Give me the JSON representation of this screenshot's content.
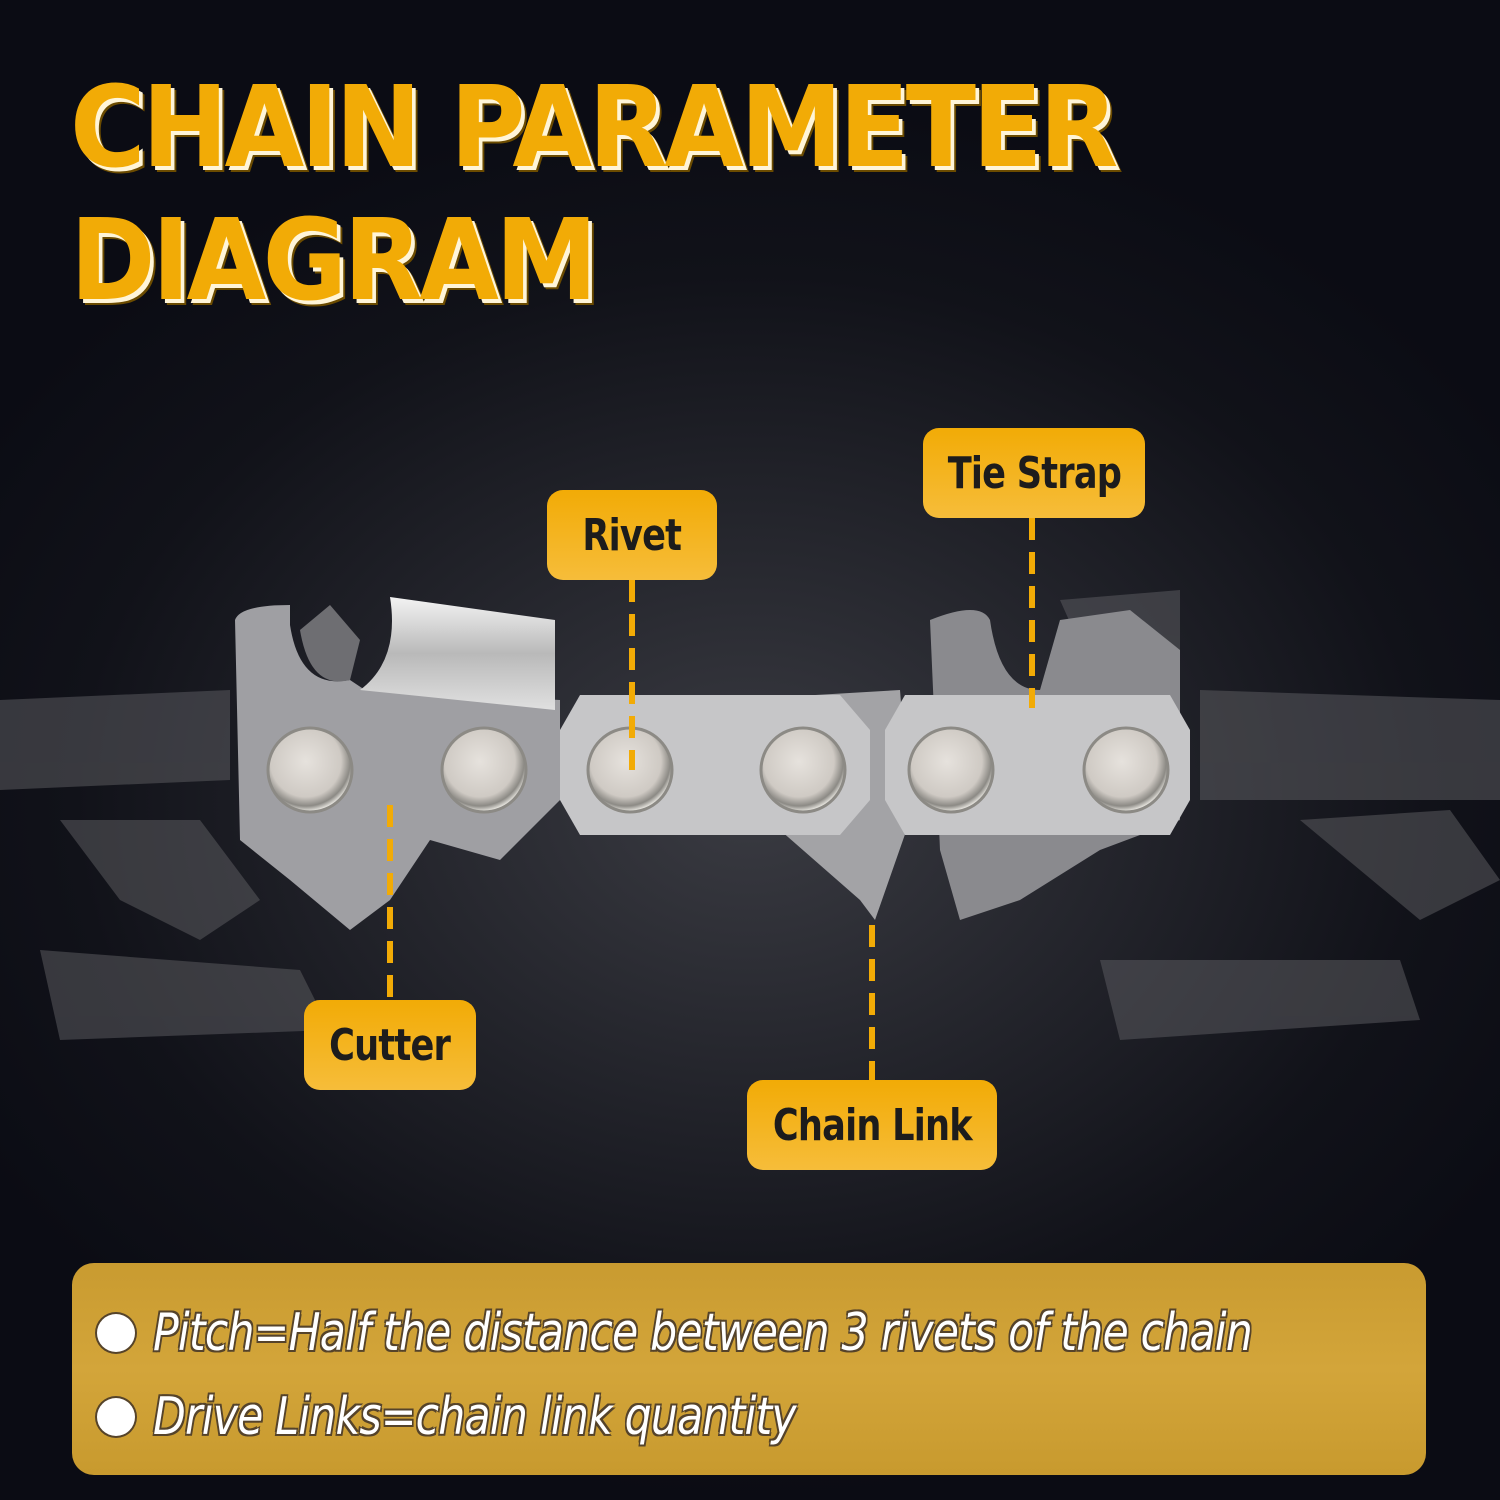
{
  "title": {
    "line1": "CHAIN PARAMETER",
    "line2": "DIAGRAM"
  },
  "labels": {
    "rivet": "Rivet",
    "tie_strap": "Tie Strap",
    "cutter": "Cutter",
    "chain_link": "Chain Link"
  },
  "notes": [
    "Pitch=Half the distance between 3 rivets of the chain",
    "Drive Links=chain link quantity"
  ],
  "colors": {
    "accent": "#f2ab06",
    "background": "#0b0c14",
    "note_panel": "#cfa035",
    "chain_metal": "#a9a9a9"
  }
}
